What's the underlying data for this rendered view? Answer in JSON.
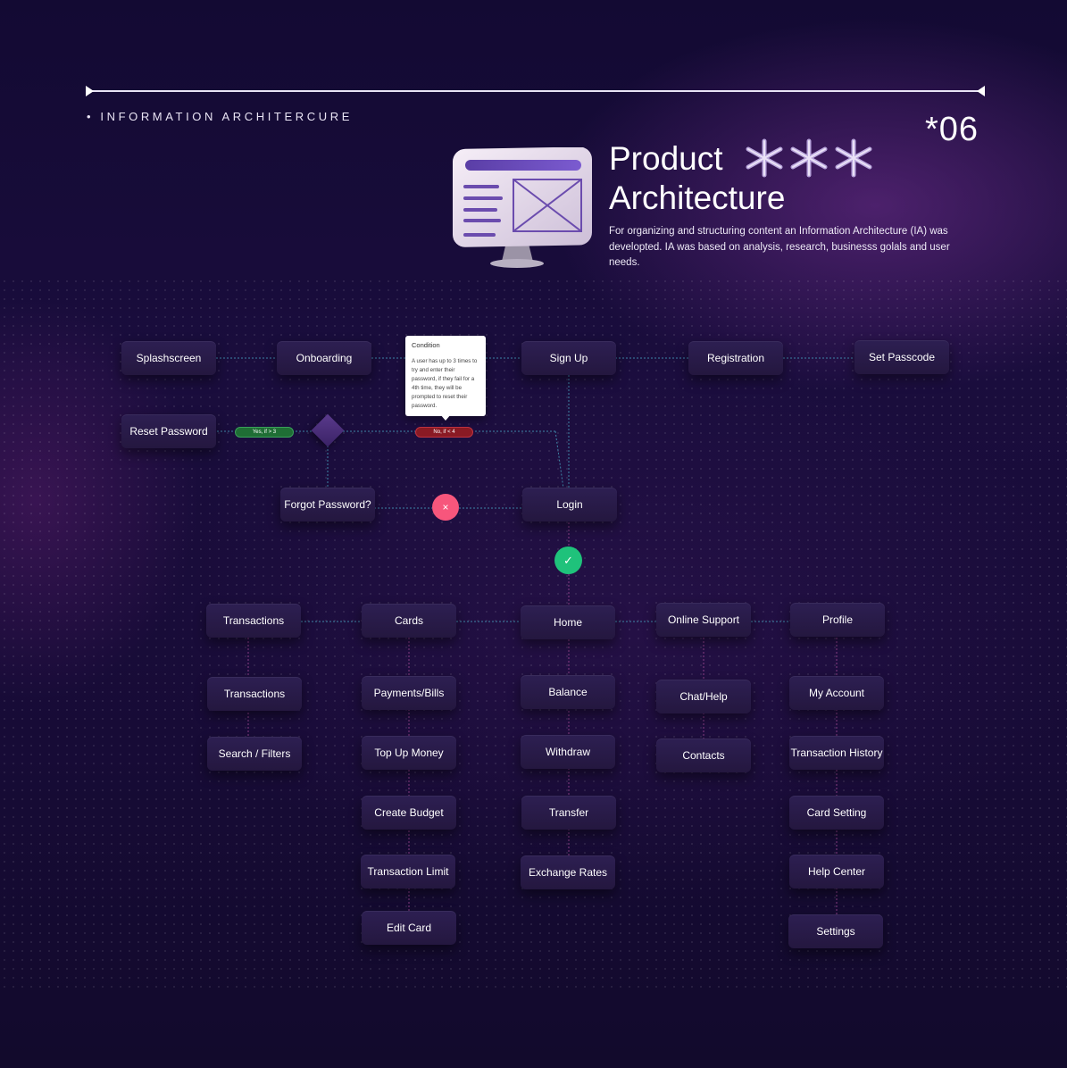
{
  "header": {
    "section_label": "• INFORMATION ARCHITERCURE",
    "number": "*06",
    "title_line1": "Product",
    "title_line2": "Architecture",
    "description": "For organizing and structuring content an Information Architecture (IA) was developted. IA was based on analysis, research, businesss golals and user needs."
  },
  "icons": {
    "monitor": "monitor-illustration-icon",
    "star": "asterisk-star-icon",
    "close": "close-icon",
    "check": "check-icon"
  },
  "colors": {
    "background": "#120a2c",
    "node": "#2a1c4b",
    "connector": "#3f86a8",
    "connector_branch": "#8a3f86",
    "yes_pill": "#1f6e35",
    "no_pill": "#8a1a24",
    "error": "#f7567c",
    "success": "#1fc27b"
  },
  "flow": {
    "splashscreen": "Splashscreen",
    "onboarding": "Onboarding",
    "sign_up": "Sign Up",
    "registration": "Registration",
    "set_passcode": "Set Passcode",
    "reset_password": "Reset Password",
    "forgot_password": "Forgot Password?",
    "login": "Login",
    "yes_label": "Yes, if > 3",
    "no_label": "No, if < 4",
    "condition_title": "Condition",
    "condition_text": "A user has up to 3 times to try and enter their password, if they fail for a 4th time, they will be prompted to reset their password.",
    "success_glyph": "✓",
    "error_glyph": "×"
  },
  "sections": {
    "transactions": {
      "label": "Transactions",
      "children": [
        "Transactions",
        "Search / Filters"
      ]
    },
    "cards": {
      "label": "Cards",
      "children": [
        "Payments/Bills",
        "Top Up Money",
        "Create Budget",
        "Transaction Limit",
        "Edit Card"
      ]
    },
    "home": {
      "label": "Home",
      "children": [
        "Balance",
        "Withdraw",
        "Transfer",
        "Exchange Rates"
      ]
    },
    "support": {
      "label": "Online Support",
      "children": [
        "Chat/Help",
        "Contacts"
      ]
    },
    "profile": {
      "label": "Profile",
      "children": [
        "My Account",
        "Transaction History",
        "Card Setting",
        "Help Center",
        "Settings"
      ]
    }
  }
}
